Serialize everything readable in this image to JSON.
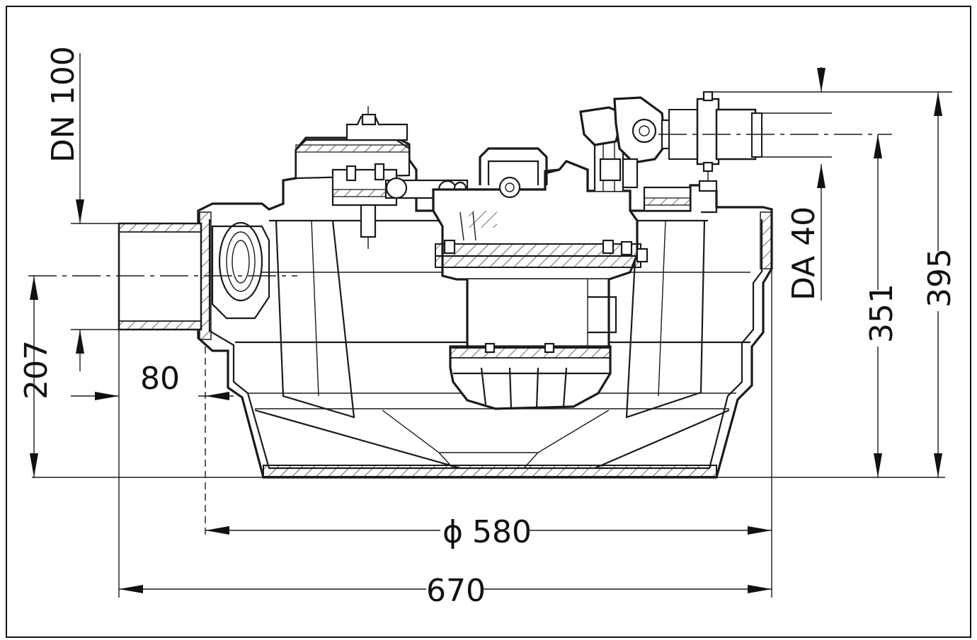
{
  "dimensions": {
    "dn_inlet": "DN 100",
    "da_outlet": "DA 40",
    "inlet_height": "207",
    "inlet_offset": "80",
    "outlet_height": "351",
    "total_height": "395",
    "diameter_symbol": "ϕ",
    "diameter_value": "580",
    "total_width": "670"
  },
  "colors": {
    "line": "#1a1a1a",
    "background": "#ffffff"
  }
}
